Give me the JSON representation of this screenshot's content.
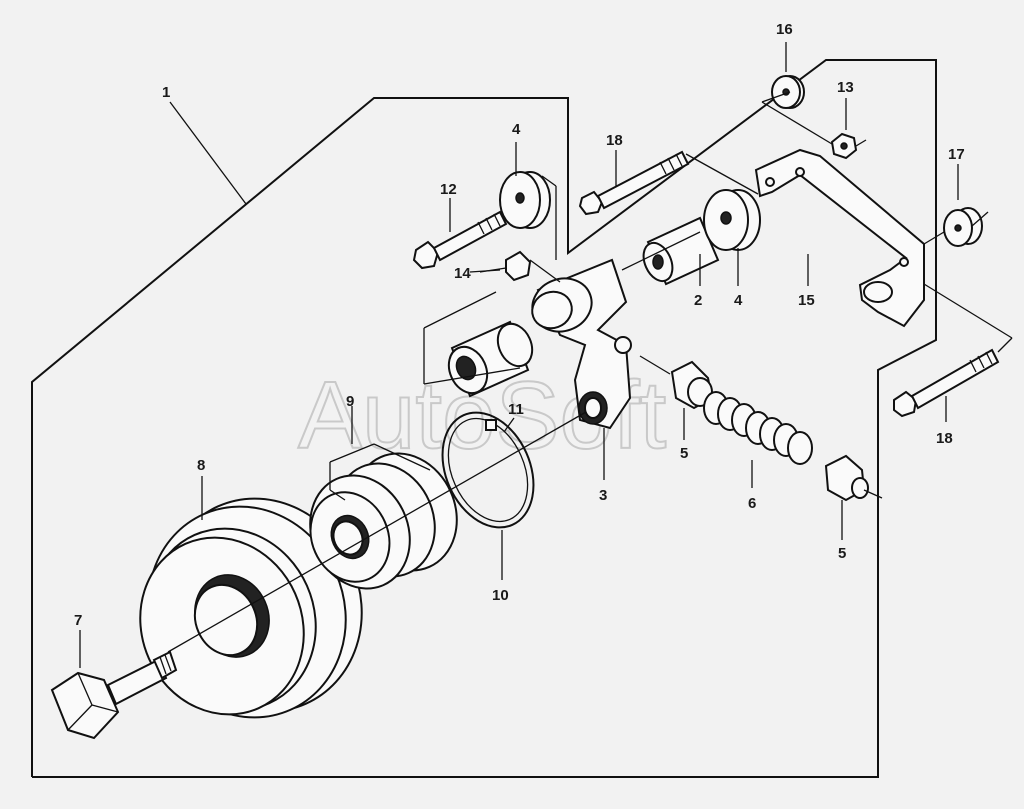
{
  "watermark": "AutoSoft",
  "callouts": {
    "c1": "1",
    "c2": "2",
    "c3": "3",
    "c4a": "4",
    "c4b": "4",
    "c5a": "5",
    "c5b": "5",
    "c6": "6",
    "c7": "7",
    "c8": "8",
    "c9": "9",
    "c10": "10",
    "c11": "11",
    "c12": "12",
    "c13": "13",
    "c14": "14",
    "c15": "15",
    "c16": "16",
    "c17": "17",
    "c18a": "18",
    "c18b": "18"
  }
}
